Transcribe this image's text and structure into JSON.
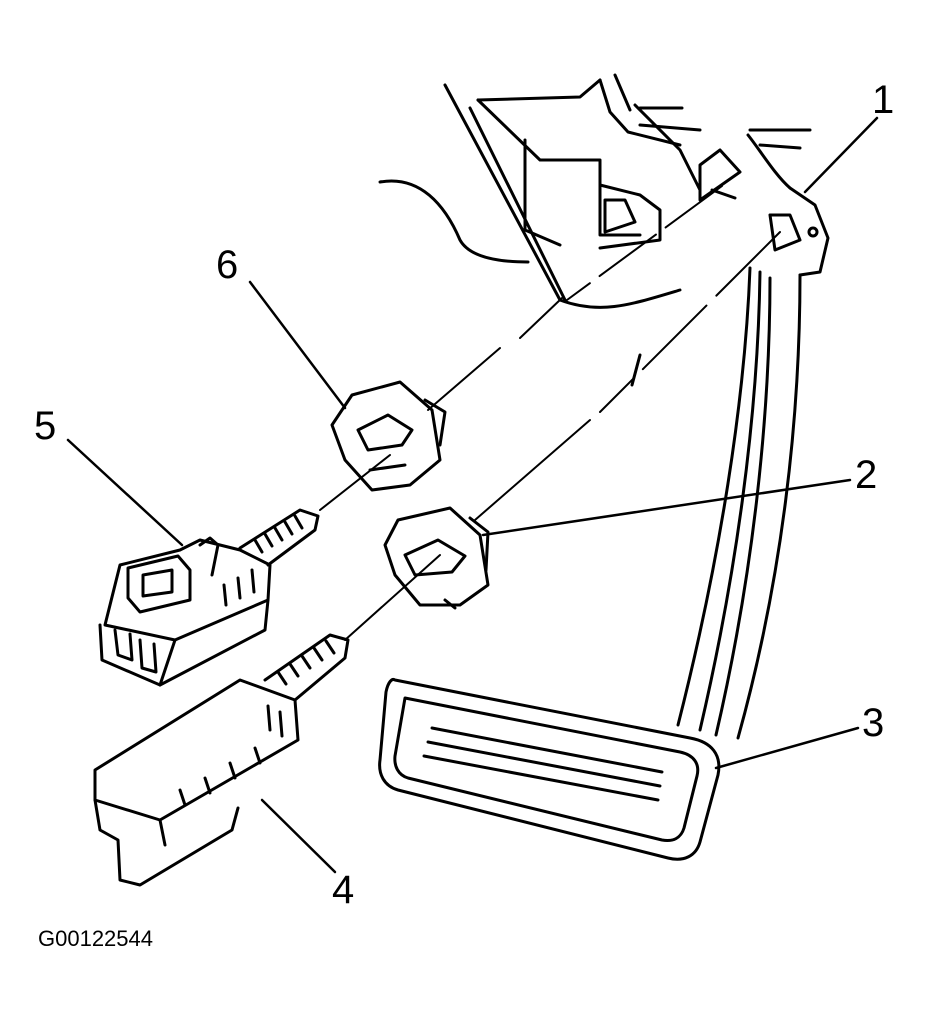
{
  "callouts": [
    "1",
    "2",
    "3",
    "4",
    "5",
    "6"
  ],
  "figure_id": "G00122544",
  "colors": {
    "line": "#000000",
    "background": "#ffffff"
  }
}
